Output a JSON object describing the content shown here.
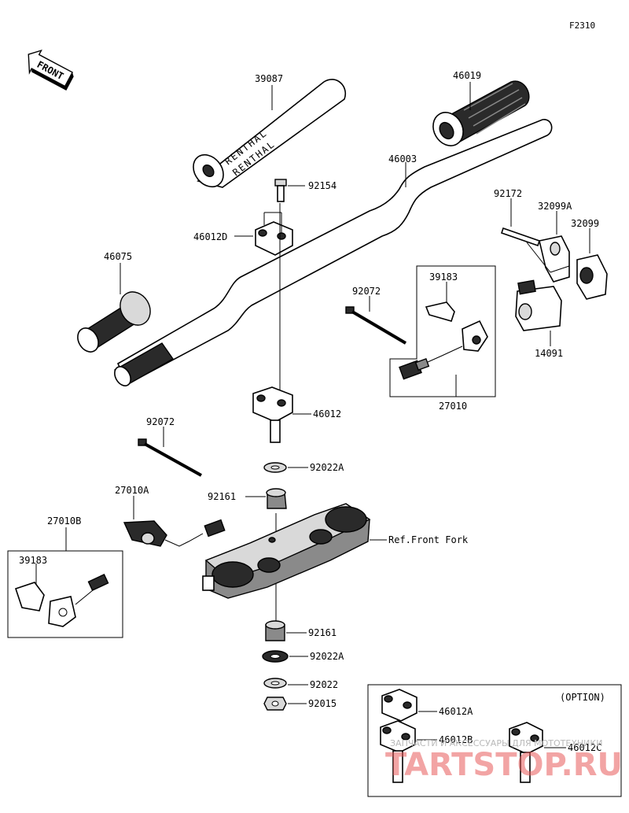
{
  "figure_code": "F2310",
  "front_label": "FRONT",
  "labels": {
    "grip_right": "46019",
    "bar_pad": "39087",
    "bar_pad_text": "RENTHAL",
    "bolt_92154": "92154",
    "handlebar": "46003",
    "clamp_upper": "46012D",
    "grip_left": "46075",
    "bolt_92172": "92172",
    "housing_a": "32099A",
    "housing": "32099",
    "tie_upper": "92072",
    "clip_upper": "39183",
    "housing_cover": "14091",
    "switch_upper": "27010",
    "holder": "46012",
    "tie_lower": "92072",
    "washer_upper": "92022A",
    "bushing_upper": "92161",
    "switch_a": "27010A",
    "switch_b": "27010B",
    "clip_lower": "39183",
    "fork_ref": "Ref.Front Fork",
    "bushing_lower": "92161",
    "washer_lower": "92022A",
    "washer": "92022",
    "nut": "92015",
    "option_title": "(OPTION)",
    "option_a": "46012A",
    "option_b": "46012B",
    "option_c": "46012C"
  },
  "watermark": {
    "line1": "ЗАПЧАСТИ И АКСЕССУАРЫ ДЛЯ МОТОТЕХНИКИ",
    "line2": "TARTSTOP.RU"
  }
}
